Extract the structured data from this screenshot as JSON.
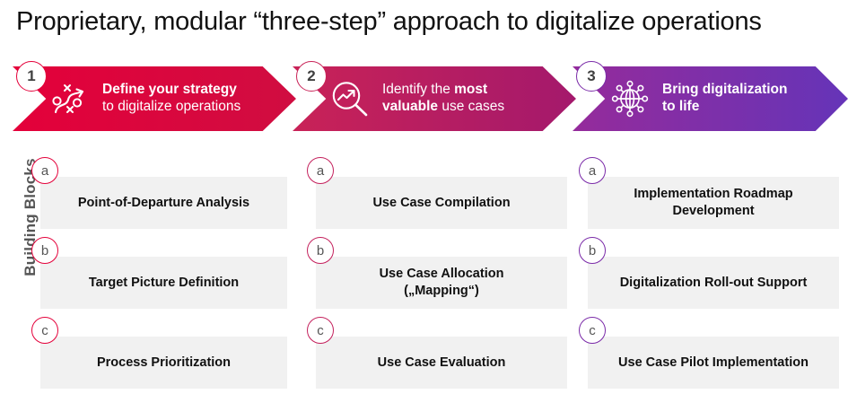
{
  "page": {
    "title": "Proprietary, modular “three-step” approach to digitalize operations",
    "axis_label": "Building Blocks",
    "background": "#ffffff",
    "block_fill": "#f1f1f1"
  },
  "steps": [
    {
      "number": "1",
      "icon": "strategy-playbook-icon",
      "line1": "Define your strategy",
      "line2": "to digitalize operations",
      "line1_bold": true,
      "line2_bold": false,
      "color_start": "#e4003a",
      "color_end": "#cf1342",
      "badge_border": "#e4003a"
    },
    {
      "number": "2",
      "icon": "magnifier-trend-icon",
      "line1_pre": "Identify the ",
      "line1_bold_text": "most",
      "line2_bold_text": "valuable",
      "line2_post": " use cases",
      "color_start": "#c4205c",
      "color_end": "#a31a6e",
      "badge_border": "#c4205c"
    },
    {
      "number": "3",
      "icon": "globe-network-icon",
      "line1": "Bring digitalization",
      "line2": "to life",
      "line1_bold": true,
      "line2_bold": true,
      "color_start": "#8e2a9e",
      "color_end": "#6534b8",
      "badge_border": "#7a2aa8"
    }
  ],
  "columns": [
    {
      "badge_color": "#e4003a",
      "blocks": [
        {
          "badge": "a",
          "label_line1": "Point-of-Departure Analysis",
          "label_line2": ""
        },
        {
          "badge": "b",
          "label_line1": "Target Picture Definition",
          "label_line2": ""
        },
        {
          "badge": "c",
          "label_line1": "Process Prioritization",
          "label_line2": ""
        }
      ]
    },
    {
      "badge_color": "#c4205c",
      "blocks": [
        {
          "badge": "a",
          "label_line1": "Use Case Compilation",
          "label_line2": ""
        },
        {
          "badge": "b",
          "label_line1": "Use Case Allocation",
          "label_line2": "(„Mapping“)"
        },
        {
          "badge": "c",
          "label_line1": "Use Case Evaluation",
          "label_line2": ""
        }
      ]
    },
    {
      "badge_color": "#7a2aa8",
      "blocks": [
        {
          "badge": "a",
          "label_line1": "Implementation Roadmap",
          "label_line2": "Development"
        },
        {
          "badge": "b",
          "label_line1": "Digitalization Roll-out Support",
          "label_line2": ""
        },
        {
          "badge": "c",
          "label_line1": "Use Case Pilot Implementation",
          "label_line2": ""
        }
      ]
    }
  ]
}
